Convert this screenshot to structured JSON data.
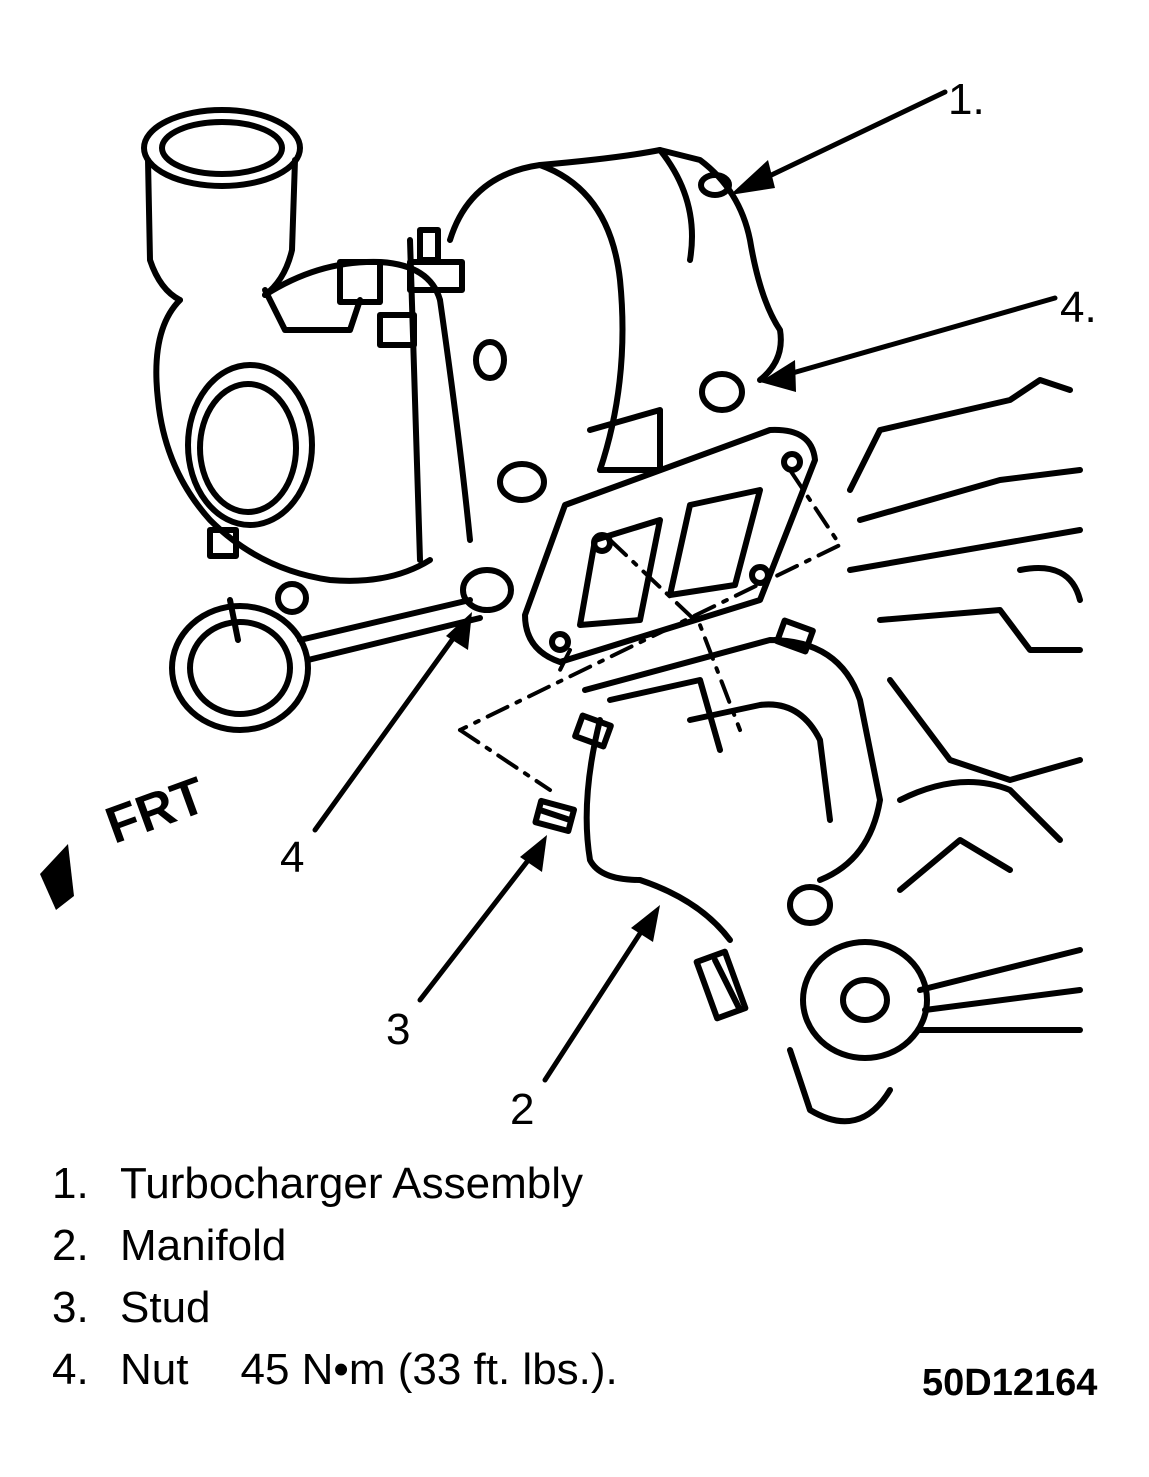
{
  "callouts": {
    "c1": "1.",
    "c2": "2",
    "c3": "3",
    "c4a": "4.",
    "c4b": "4"
  },
  "direction": {
    "label": "FRT",
    "icon": "front-arrow-icon"
  },
  "legend": [
    {
      "num": "1.",
      "text": "Turbocharger Assembly",
      "spec": ""
    },
    {
      "num": "2.",
      "text": "Manifold",
      "spec": ""
    },
    {
      "num": "3.",
      "text": "Stud",
      "spec": ""
    },
    {
      "num": "4.",
      "text": "Nut",
      "spec": "45 N•m (33 ft. lbs.)."
    }
  ],
  "figure_id": "50D12164",
  "colors": {
    "ink": "#000000",
    "paper": "#ffffff"
  }
}
